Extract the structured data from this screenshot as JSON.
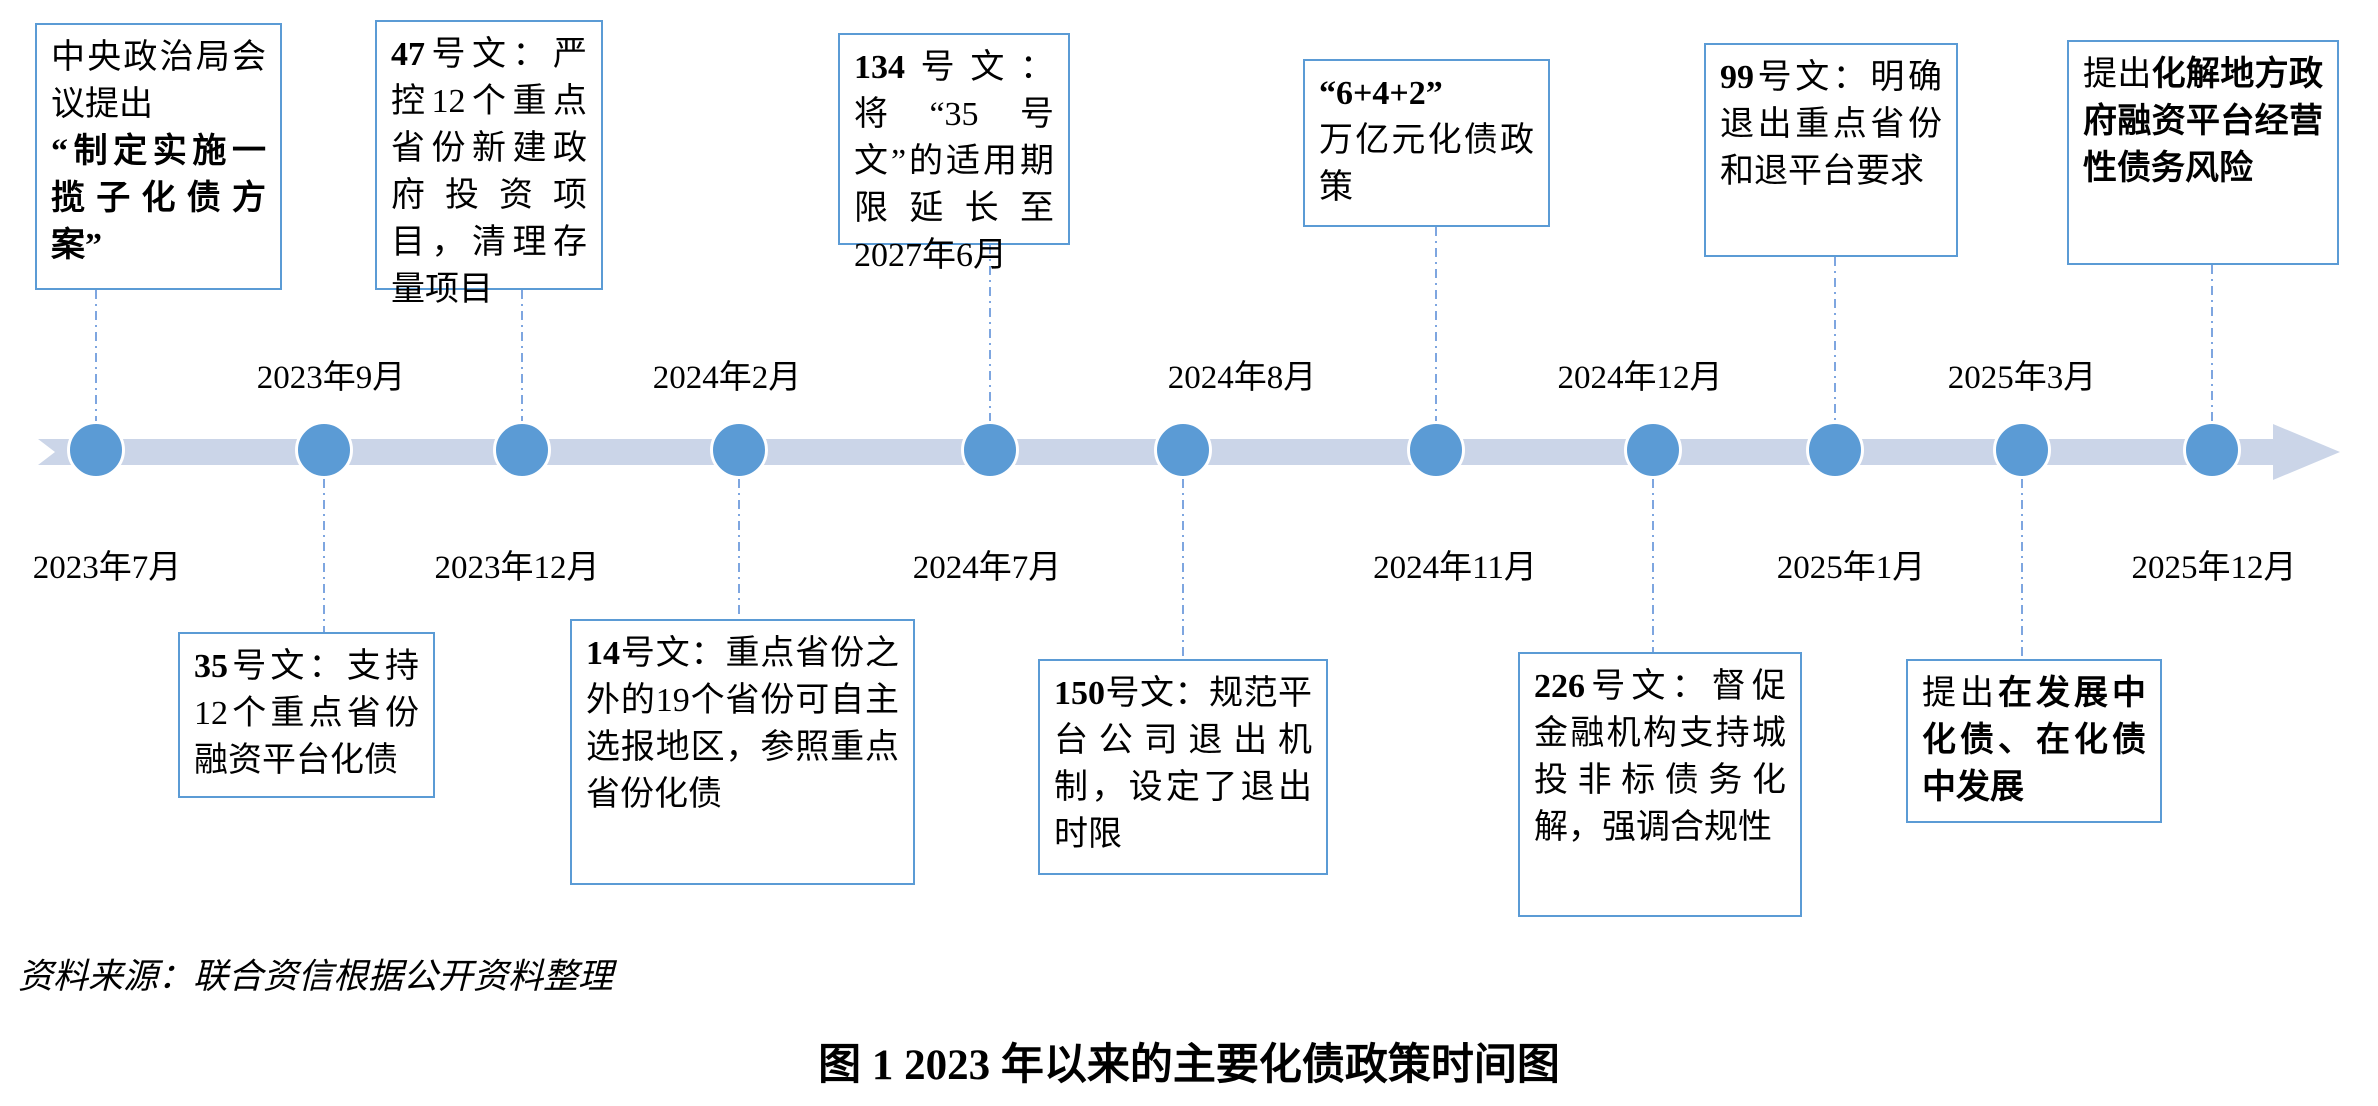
{
  "figure": {
    "caption": "图 1  2023 年以来的主要化债政策时间图",
    "source_note": "资料来源：联合资信根据公开资料整理"
  },
  "colors": {
    "node_fill": "#5B9BD5",
    "band_fill": "#CBD5E8",
    "connector_line": "#7EA6E0",
    "box_border": "#5B9BD5",
    "text": "#000000"
  },
  "events": [
    {
      "date": "2023年7月",
      "box": {
        "seg1": "中央政治局会议提出",
        "seg2": "“制定实施一揽子化债方案”"
      }
    },
    {
      "date": "2023年9月",
      "box": {
        "seg1": "35",
        "seg2": "号文：支持12个重点省份融资平台化债"
      }
    },
    {
      "date": "2023年12月",
      "box": {
        "seg1": "47",
        "seg2": "号文：严控12个重点省份新建政府投资项目，清理存量项目"
      }
    },
    {
      "date": "2024年2月",
      "box": {
        "seg1": "14",
        "seg2": "号文：重点省份之外的19个省份可自主选报地区，参照重点省份化债"
      }
    },
    {
      "date": "2024年7月",
      "box": {
        "seg1": "134",
        "seg2": "号文：将“35号文”的适用期限延长至2027年6月"
      }
    },
    {
      "date": "2024年8月",
      "box": {
        "seg1": "150",
        "seg2": "号文：规范平台公司退出机制，设定了退出时限"
      }
    },
    {
      "date": "2024年11月",
      "box": {
        "seg1": "“6+4+2”",
        "seg2": "万亿元化债政策"
      }
    },
    {
      "date": "2024年12月",
      "box": {
        "seg1": "226",
        "seg2": "号文：督促金融机构支持城投非标债务化解，强调合规性"
      }
    },
    {
      "date": "2025年1月",
      "box": {
        "seg1": "99",
        "seg2": "号文：明确退出重点省份和退平台要求"
      }
    },
    {
      "date": "2025年3月",
      "box": {
        "seg1": "提出",
        "seg2": "在发展中化债、在化债中发展"
      }
    },
    {
      "date": "2025年12月",
      "box": {
        "seg1": "提出",
        "seg2": "化解地方政府融资平台经营性债务风险"
      }
    }
  ]
}
